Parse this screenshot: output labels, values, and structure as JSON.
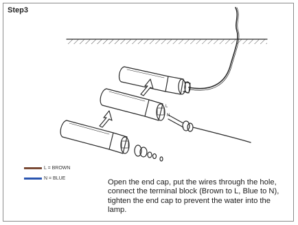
{
  "step": {
    "title": "Step3"
  },
  "legend": [
    {
      "label": "L = BROWN",
      "color": "#7a4a35"
    },
    {
      "label": "N = BLUE",
      "color": "#2a55b0"
    }
  ],
  "terminal_labels": {
    "live": "L",
    "neutral": "N"
  },
  "instruction": "Open the end cap, put the wires through the hole, connect the terminal block (Brown to L, Blue to N), tighten the end cap to prevent the water into the lamp."
}
